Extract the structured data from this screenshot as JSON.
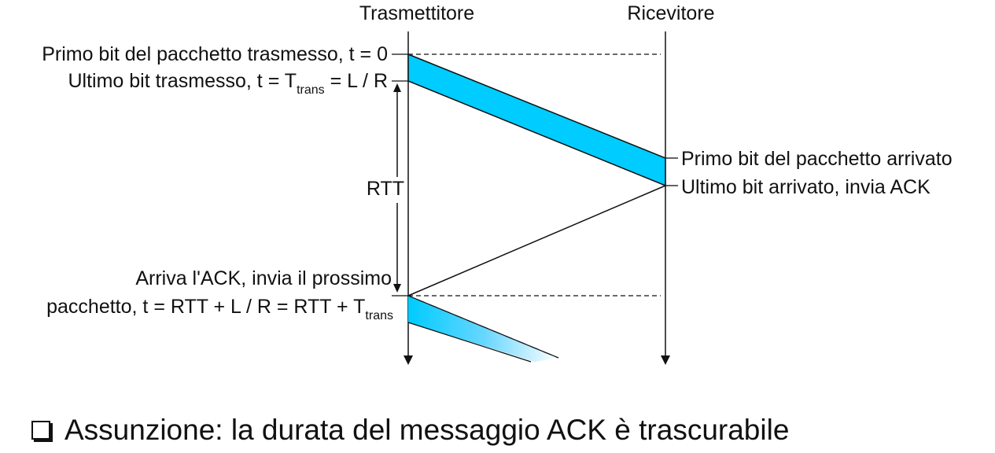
{
  "diagram": {
    "headers": {
      "sender": "Trasmettitore",
      "receiver": "Ricevitore"
    },
    "left_labels": {
      "first_bit_sent": "Primo bit del pacchetto trasmesso, t = 0",
      "last_bit_sent_prefix": "Ultimo bit trasmesso, t = T",
      "last_bit_sent_sub": "trans",
      "last_bit_sent_suffix": " = L / R",
      "rtt": "RTT",
      "ack_arrives_line1": "Arriva l'ACK, invia il prossimo",
      "ack_arrives_line2_prefix": "pacchetto, t = RTT + L / R =  RTT + T",
      "ack_arrives_line2_sub": "trans"
    },
    "right_labels": {
      "first_bit_arrived": "Primo bit del pacchetto arrivato",
      "last_bit_arrived": "Ultimo bit arrivato, invia ACK"
    },
    "colors": {
      "packet_fill": "#00CCFF",
      "line": "#111111"
    }
  },
  "bullet": {
    "icon": "checkbox-square-icon",
    "text": "Assunzione: la durata del messaggio ACK è trascurabile"
  }
}
